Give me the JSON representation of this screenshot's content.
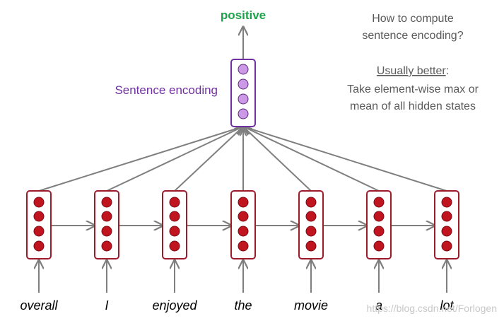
{
  "output_label": "positive",
  "sentence_label": "Sentence encoding",
  "note": {
    "line1": "How to compute",
    "line2": "sentence encoding?",
    "emphasis": "Usually better",
    "emphasis_suffix": ":",
    "line4": "Take element-wise max or",
    "line5": "mean of all hidden states"
  },
  "words": [
    "overall",
    "I",
    "enjoyed",
    "the",
    "movie",
    "a",
    "lot"
  ],
  "watermark": "https://blog.csdn.net/Forlogen",
  "colors": {
    "hidden_cell_fill": "#c0141f",
    "hidden_box_stroke": "#9c1b2a",
    "sentence_cell_fill": "#cc99e6",
    "sentence_box_stroke": "#7030a0",
    "arrow": "#7f7f7f",
    "positive": "#1aa34a",
    "note_text": "#595959"
  }
}
